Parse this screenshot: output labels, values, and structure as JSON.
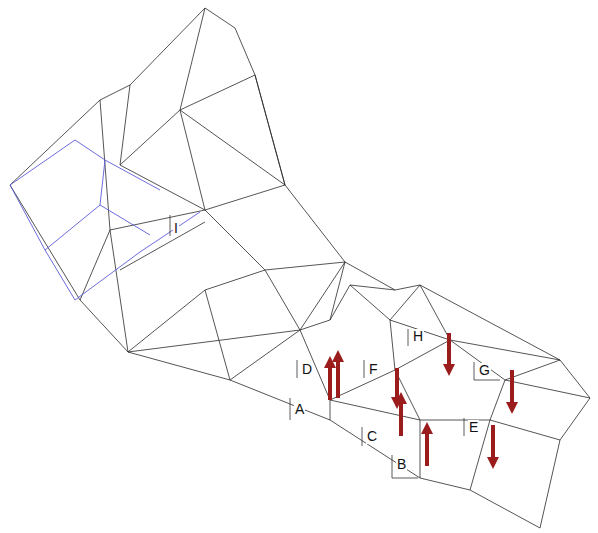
{
  "diagram": {
    "labels": [
      "I",
      "H",
      "D",
      "F",
      "G",
      "A",
      "E",
      "C",
      "B"
    ]
  }
}
